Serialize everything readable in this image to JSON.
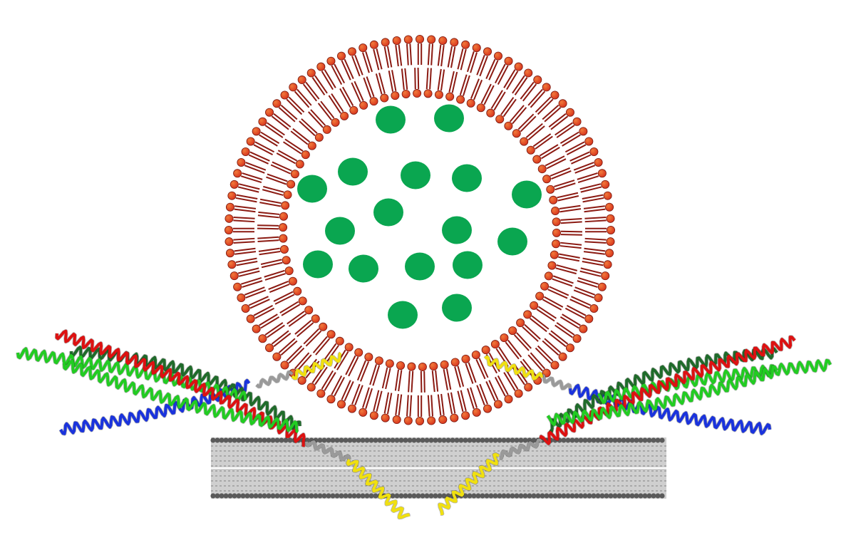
{
  "colors": {
    "background": "#ffffff",
    "lipid_head": "#d9371f",
    "lipid_head_highlight": "#f07a3a",
    "lipid_tail": "#8b1a12",
    "cargo": "#0aa650",
    "membrane_fill": "#cfcfcf",
    "membrane_line": "#5a5a5a",
    "helix_green": "#22cc22",
    "helix_dark_green": "#1f6b2a",
    "helix_red": "#dd1111",
    "helix_blue": "#1a33dd",
    "helix_yellow": "#f0e010",
    "helix_grey": "#9a9a9a"
  },
  "vesicle": {
    "description_icon": "lipid-vesicle",
    "cargo_count": 17
  },
  "membrane": {
    "icon": "planar-lipid-bilayer"
  },
  "snare_complex": {
    "icon": "alpha-helix-bundle",
    "sides": [
      "left",
      "right"
    ]
  }
}
